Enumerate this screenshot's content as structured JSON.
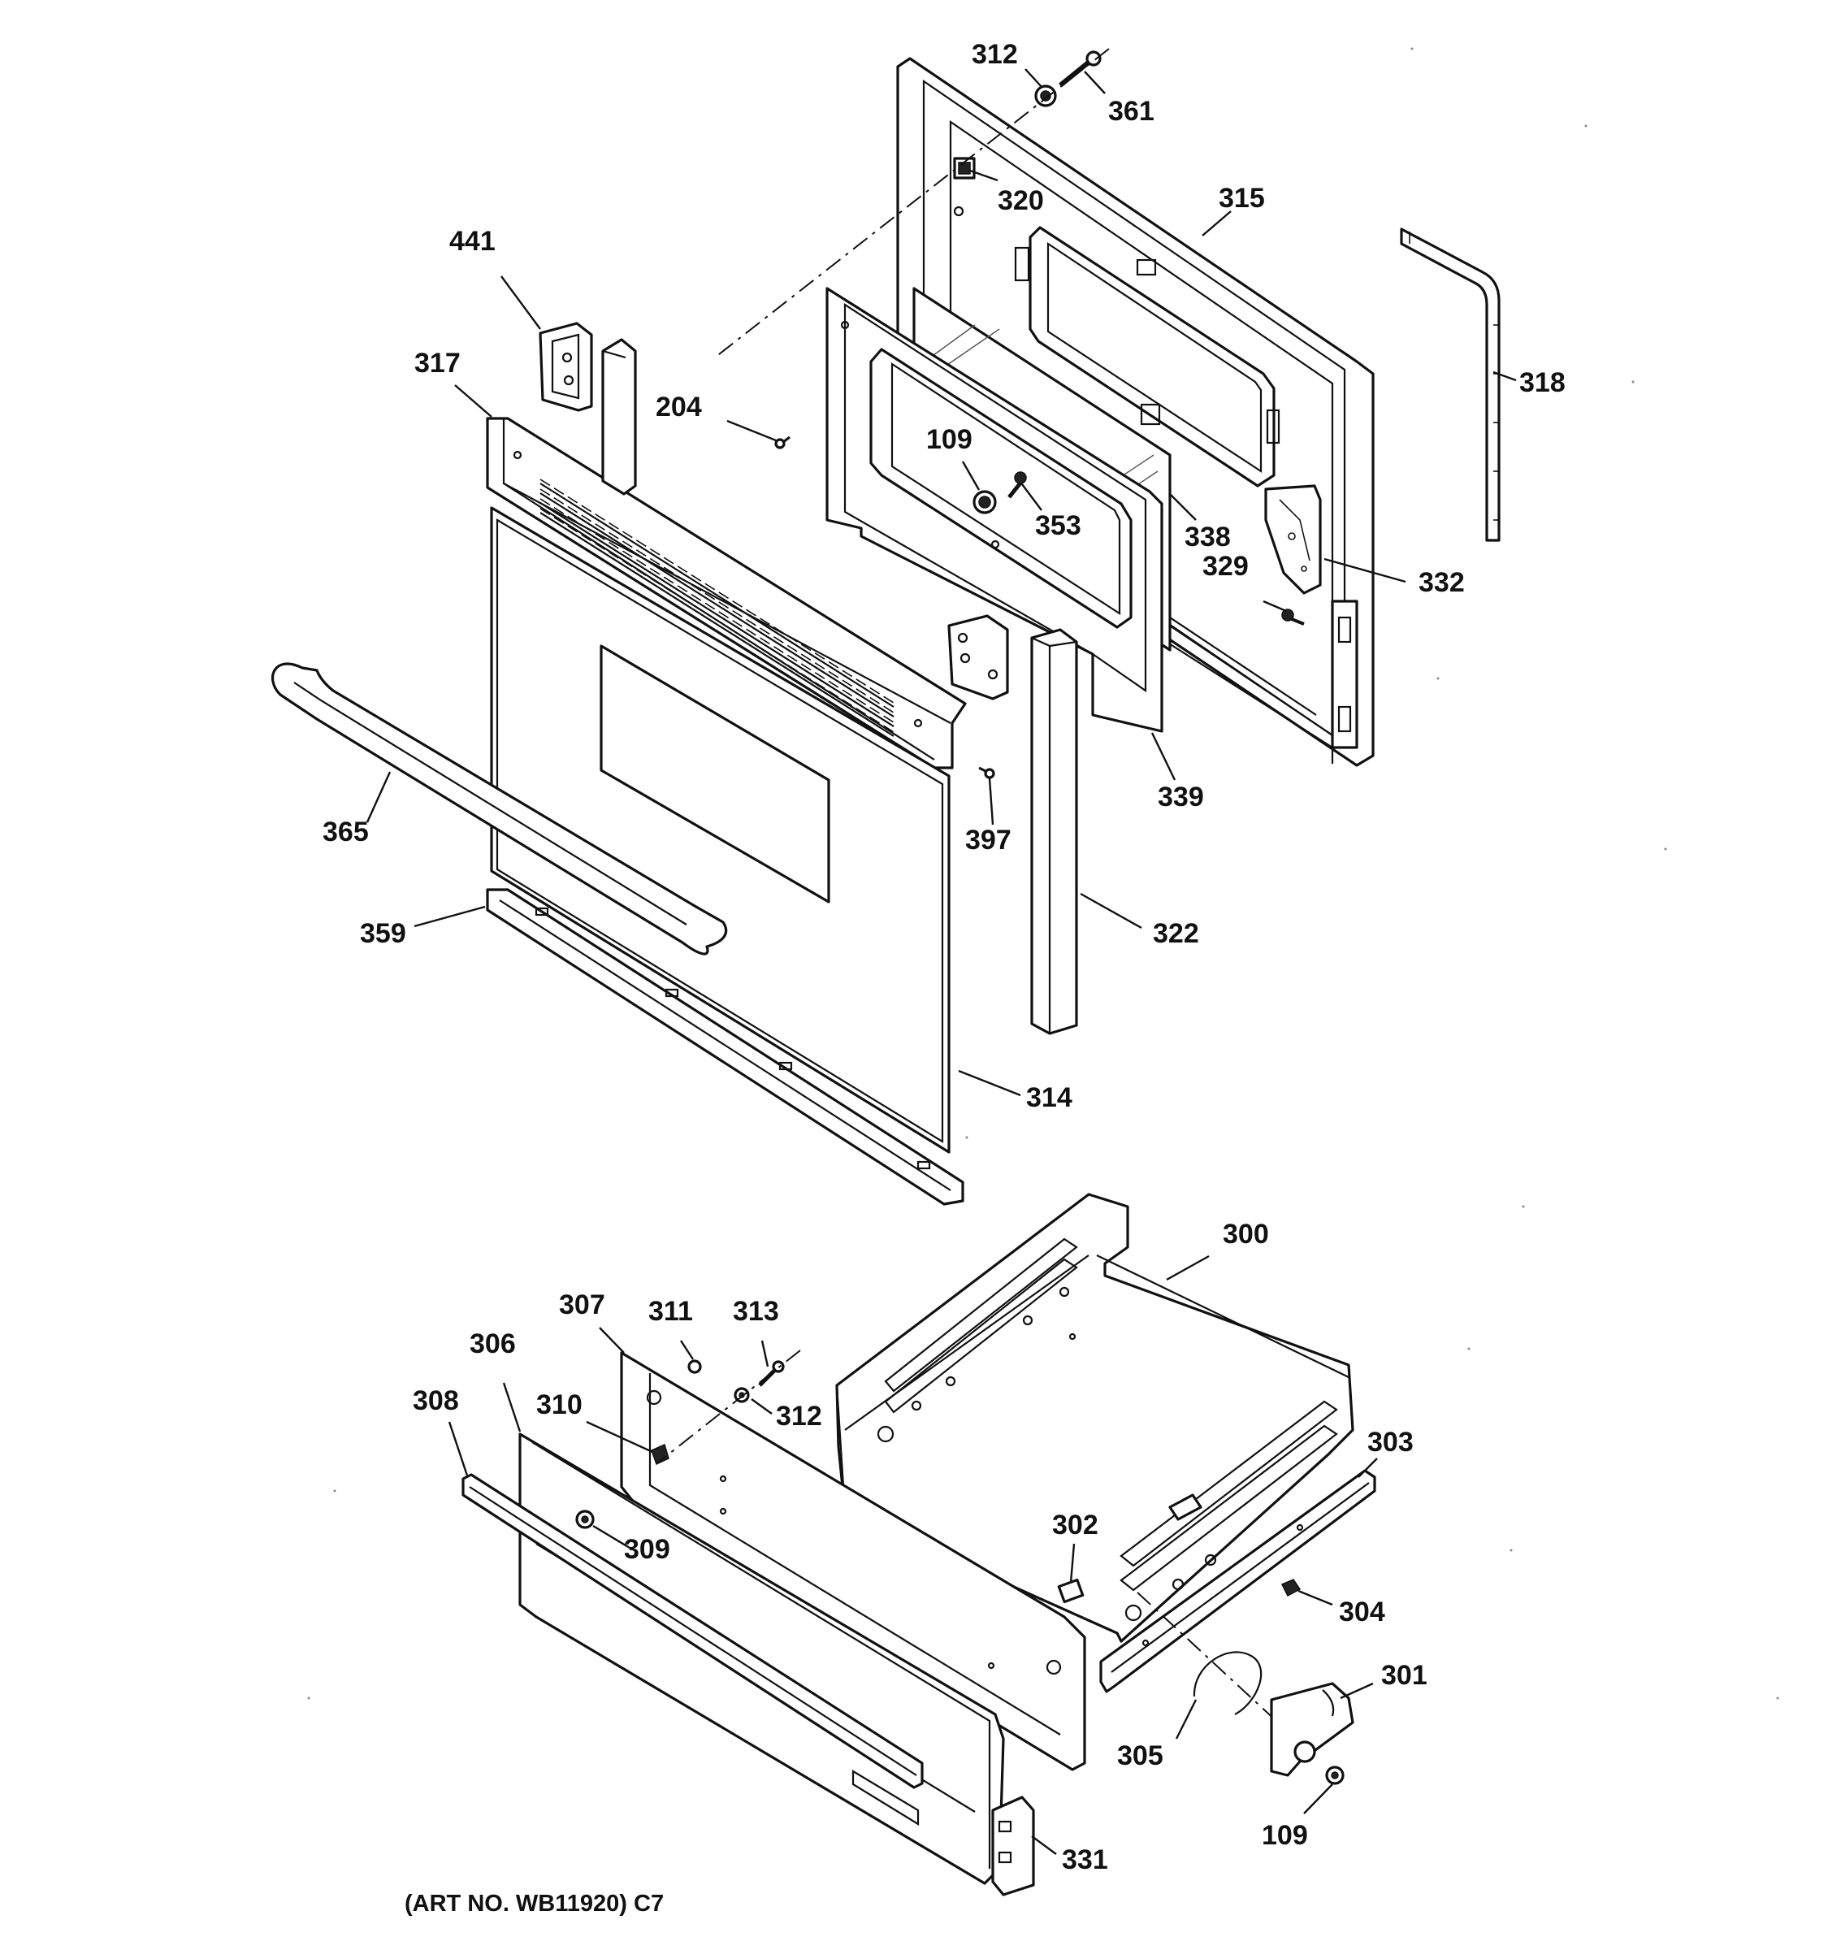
{
  "diagram": {
    "callouts": [
      {
        "id": "c312a",
        "label": "312"
      },
      {
        "id": "c361",
        "label": "361"
      },
      {
        "id": "c320",
        "label": "320"
      },
      {
        "id": "c315",
        "label": "315"
      },
      {
        "id": "c441",
        "label": "441"
      },
      {
        "id": "c318",
        "label": "318"
      },
      {
        "id": "c317",
        "label": "317"
      },
      {
        "id": "c204",
        "label": "204"
      },
      {
        "id": "c109a",
        "label": "109"
      },
      {
        "id": "c353",
        "label": "353"
      },
      {
        "id": "c338",
        "label": "338"
      },
      {
        "id": "c329",
        "label": "329"
      },
      {
        "id": "c332",
        "label": "332"
      },
      {
        "id": "c339",
        "label": "339"
      },
      {
        "id": "c365",
        "label": "365"
      },
      {
        "id": "c397",
        "label": "397"
      },
      {
        "id": "c359",
        "label": "359"
      },
      {
        "id": "c322",
        "label": "322"
      },
      {
        "id": "c314",
        "label": "314"
      },
      {
        "id": "c300",
        "label": "300"
      },
      {
        "id": "c307",
        "label": "307"
      },
      {
        "id": "c311",
        "label": "311"
      },
      {
        "id": "c313",
        "label": "313"
      },
      {
        "id": "c306",
        "label": "306"
      },
      {
        "id": "c312b",
        "label": "312"
      },
      {
        "id": "c308",
        "label": "308"
      },
      {
        "id": "c310",
        "label": "310"
      },
      {
        "id": "c303",
        "label": "303"
      },
      {
        "id": "c302",
        "label": "302"
      },
      {
        "id": "c309",
        "label": "309"
      },
      {
        "id": "c304",
        "label": "304"
      },
      {
        "id": "c301",
        "label": "301"
      },
      {
        "id": "c305",
        "label": "305"
      },
      {
        "id": "c109b",
        "label": "109"
      },
      {
        "id": "c331",
        "label": "331"
      }
    ],
    "art_number": "(ART NO. WB11920) C7"
  }
}
